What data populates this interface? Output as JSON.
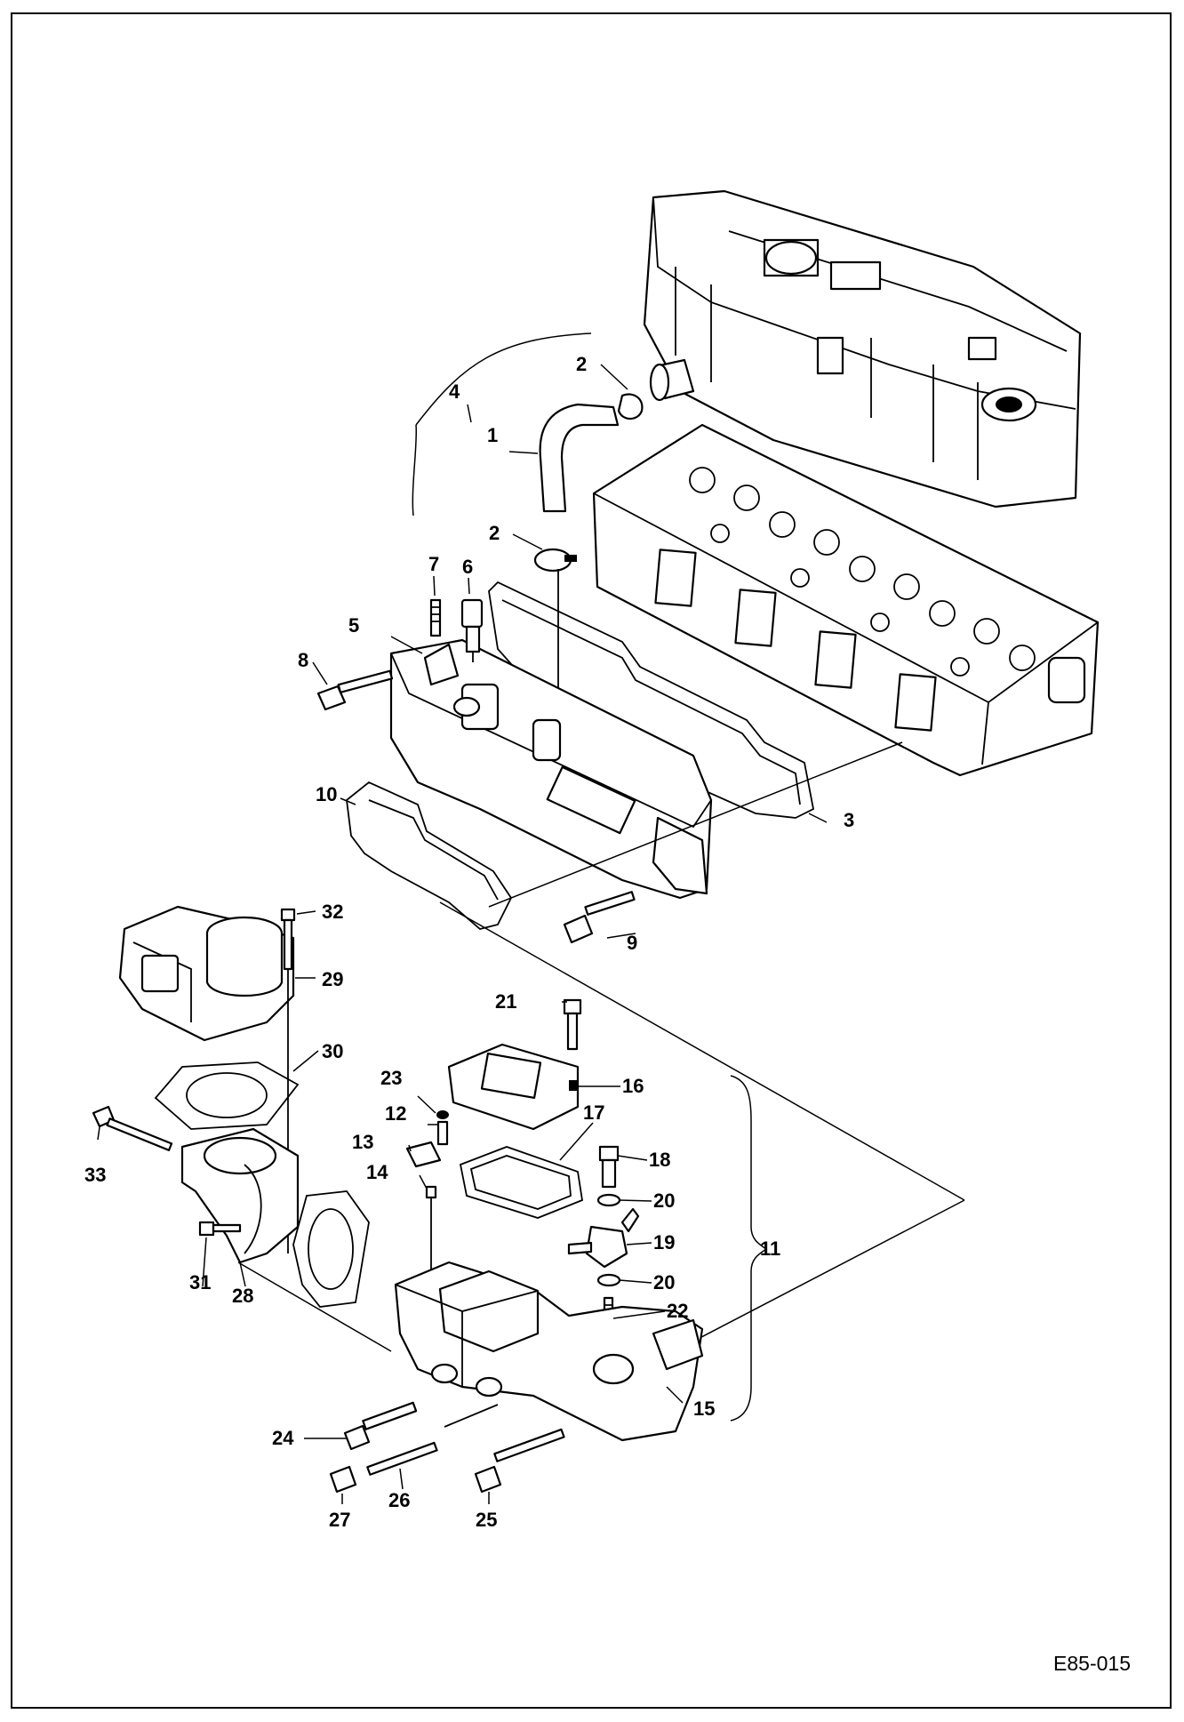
{
  "diagram": {
    "figure_id": "E85-015",
    "callouts": [
      "1",
      "2",
      "3",
      "4",
      "5",
      "6",
      "7",
      "8",
      "9",
      "10",
      "11",
      "12",
      "13",
      "14",
      "15",
      "16",
      "17",
      "18",
      "19",
      "20",
      "21",
      "22",
      "23",
      "24",
      "25",
      "26",
      "27",
      "28",
      "29",
      "30",
      "31",
      "32",
      "33"
    ]
  }
}
